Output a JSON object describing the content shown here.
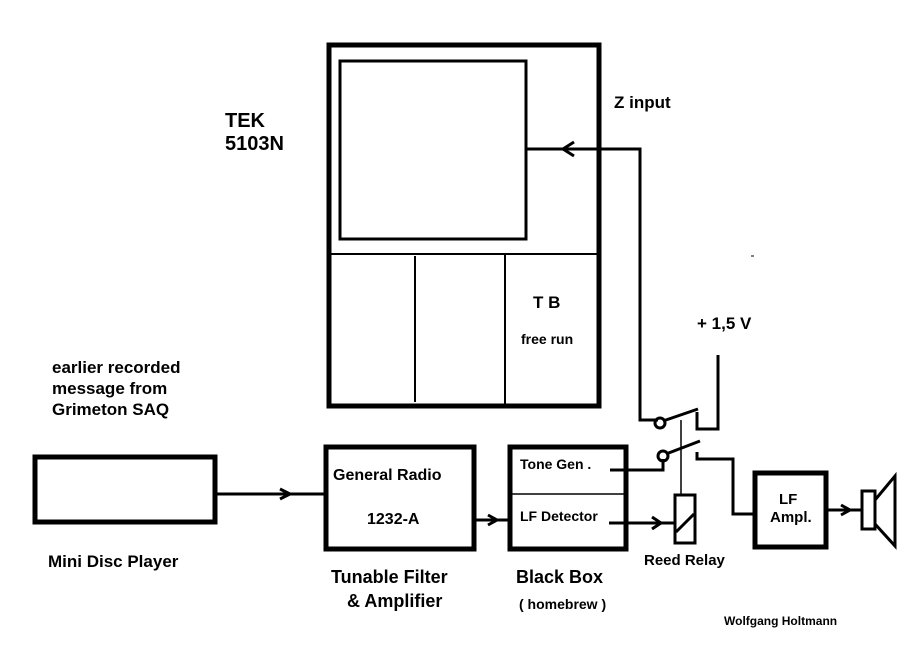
{
  "oscilloscope": {
    "model_line1": "TEK",
    "model_line2": "5103N",
    "z_input_label": "Z input",
    "timebase_label": "T B",
    "timebase_mode": "free run"
  },
  "power": {
    "label": "+ 1,5 V"
  },
  "source": {
    "note_line1": "earlier recorded",
    "note_line2": "message from",
    "note_line3": "Grimeton  SAQ",
    "device_label": "Mini Disc Player"
  },
  "filter": {
    "line1": "General Radio",
    "line2": "1232-A",
    "caption_line1": "Tunable Filter",
    "caption_line2": "& Amplifier"
  },
  "black_box": {
    "section_top": "Tone Gen .",
    "section_bottom": "LF Detector",
    "caption": "Black Box",
    "subcaption": "( homebrew )"
  },
  "relay": {
    "label": "Reed Relay"
  },
  "amplifier": {
    "line1": "LF",
    "line2": "Ampl."
  },
  "speaker": {
    "icon": "loudspeaker-icon"
  },
  "author": "Wolfgang Holtmann"
}
